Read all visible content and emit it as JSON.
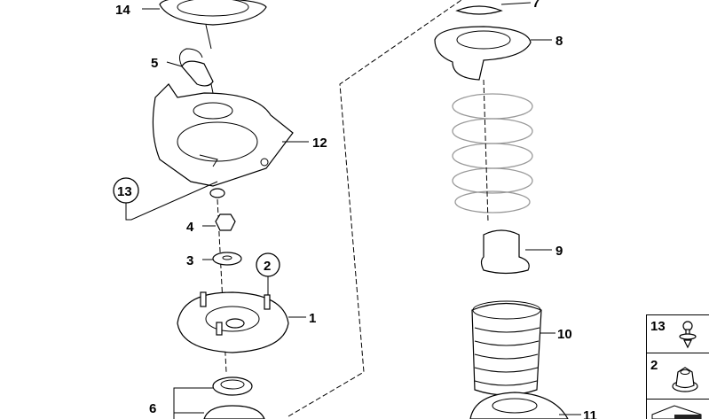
{
  "diagram": {
    "callouts": [
      {
        "id": "14",
        "label": "14"
      },
      {
        "id": "5",
        "label": "5"
      },
      {
        "id": "12",
        "label": "12"
      },
      {
        "id": "13",
        "label": "13"
      },
      {
        "id": "4",
        "label": "4"
      },
      {
        "id": "3",
        "label": "3"
      },
      {
        "id": "2",
        "label": "2"
      },
      {
        "id": "1",
        "label": "1"
      },
      {
        "id": "6",
        "label": "6"
      },
      {
        "id": "7",
        "label": "7"
      },
      {
        "id": "8",
        "label": "8"
      },
      {
        "id": "9",
        "label": "9"
      },
      {
        "id": "10",
        "label": "10"
      },
      {
        "id": "11",
        "label": "11"
      }
    ],
    "legend_panel": [
      {
        "label": "13",
        "icon": "clip-rivet-icon"
      },
      {
        "label": "2",
        "icon": "hex-nut-icon"
      },
      {
        "label": "",
        "icon": "arrow-icon"
      }
    ]
  }
}
